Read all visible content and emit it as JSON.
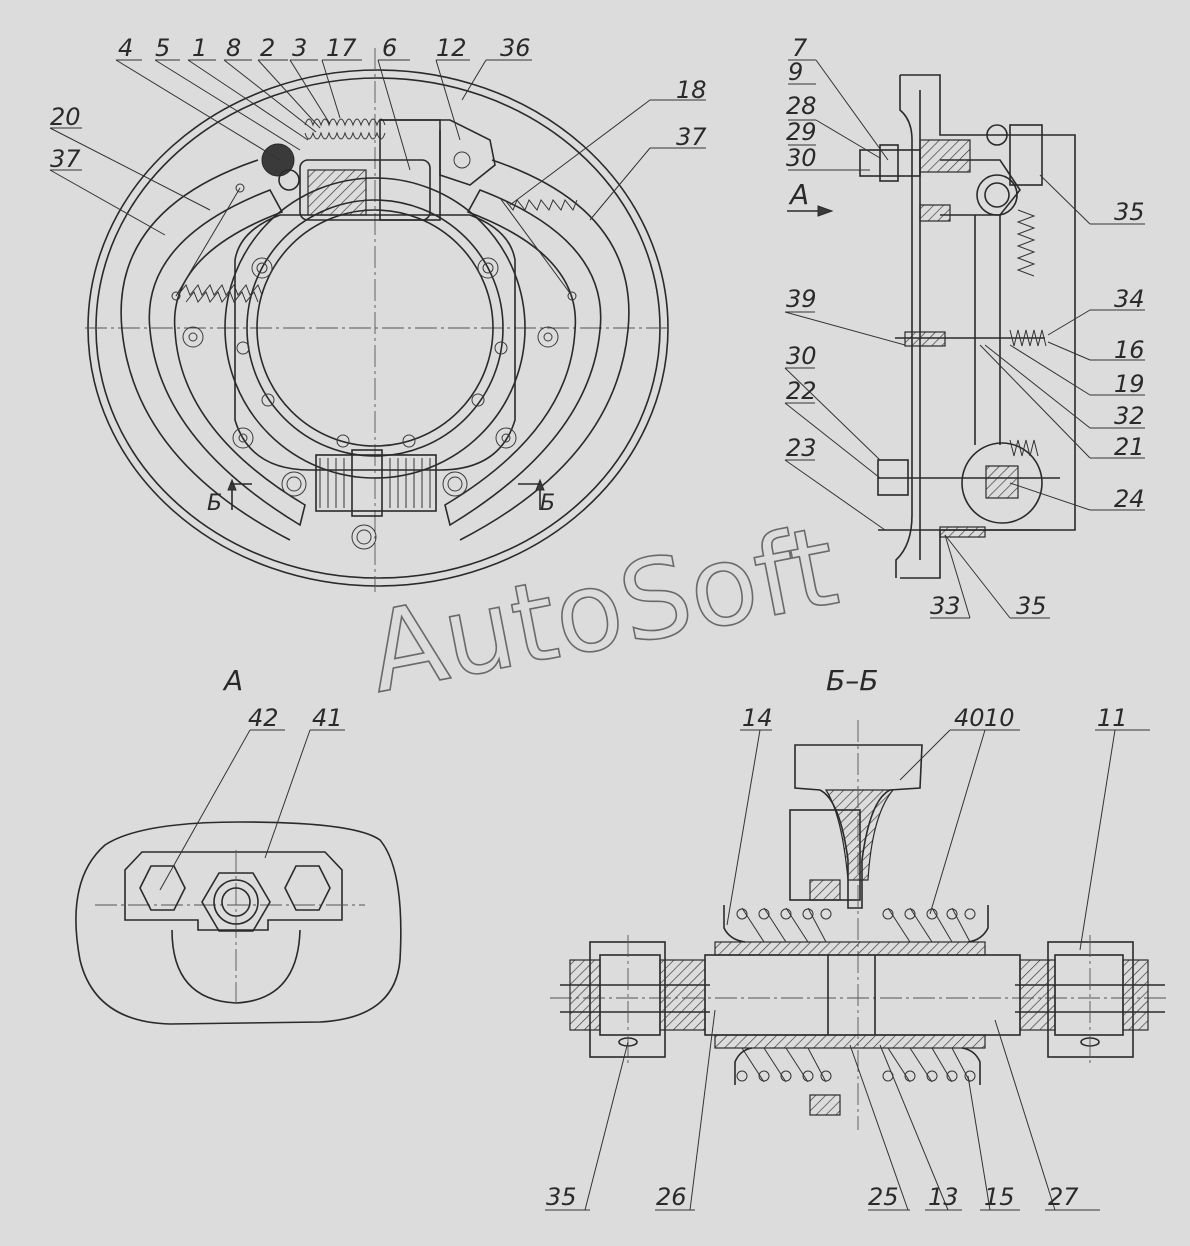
{
  "views": {
    "view_a": "А",
    "section_bb": "Б–Б",
    "section_marker": "Б"
  },
  "watermark": "AutoSoft",
  "callouts_main": [
    "4",
    "5",
    "1",
    "8",
    "2",
    "3",
    "17",
    "6",
    "12",
    "36",
    "18",
    "37",
    "20",
    "37"
  ],
  "callouts_side": [
    "7",
    "9",
    "28",
    "29",
    "30",
    "35",
    "34",
    "16",
    "19",
    "32",
    "21",
    "24",
    "39",
    "30",
    "22",
    "23",
    "33",
    "35"
  ],
  "callouts_view_a": [
    "42",
    "41"
  ],
  "callouts_section": [
    "14",
    "40",
    "10",
    "11",
    "35",
    "26",
    "25",
    "13",
    "15",
    "27"
  ],
  "arrow_label": "А"
}
